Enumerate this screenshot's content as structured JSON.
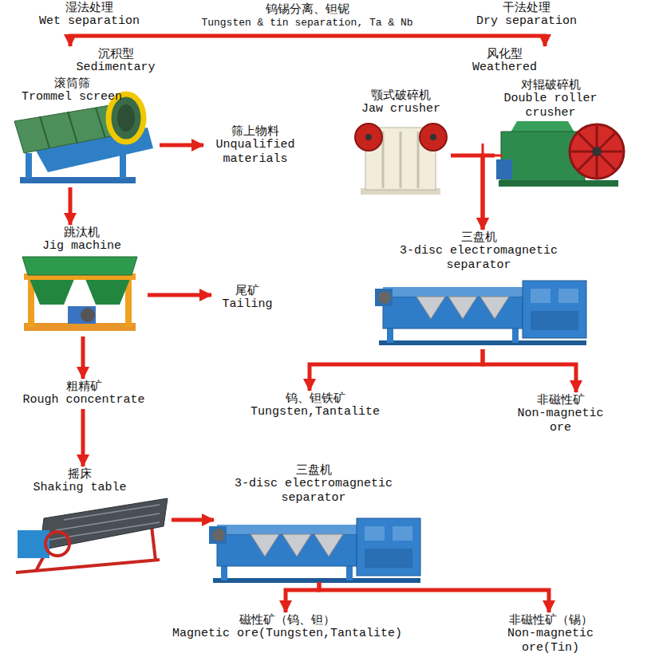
{
  "diagram": {
    "nodes": [
      {
        "text": [
          "湿法处理",
          "Wet separation"
        ]
      },
      {
        "text": [
          "干法处理",
          "Dry separation"
        ]
      },
      {
        "text": [
          "沉积型",
          "Sedimentary"
        ]
      },
      {
        "text": [
          "风化型",
          "Weathered"
        ]
      },
      {
        "text": [
          "滚筒筛",
          "Trommel screen"
        ]
      },
      {
        "text": [
          "筛上物料",
          "Unqualified materials"
        ]
      },
      {
        "text": [
          "颚式破碎机",
          "Jaw crusher"
        ]
      },
      {
        "text": [
          "对辊破碎机",
          "Double roller crusher"
        ]
      },
      {
        "text": [
          "跳汰机",
          "Jig machine"
        ]
      },
      {
        "text": [
          "尾矿",
          "Tailing"
        ]
      },
      {
        "text": [
          "三盘机",
          "3-disc electromagnetic separator"
        ]
      },
      {
        "text": [
          "钨、钽铁矿",
          "Tungsten,Tantalite"
        ]
      },
      {
        "text": [
          "非磁性矿",
          "Non-magnetic ore"
        ]
      },
      {
        "text": [
          "粗精矿",
          "Rough concentrate"
        ]
      },
      {
        "text": [
          "摇床",
          "Shaking table"
        ]
      },
      {
        "text": [
          "三盘机",
          "3-disc electromagnetic separator"
        ]
      },
      {
        "text": [
          "磁性矿（钨、钽）",
          "Magnetic ore(Tungsten,Tantalite)"
        ]
      },
      {
        "text": [
          "非磁性矿（锡）",
          "Non-magnetic ore(Tin)"
        ]
      }
    ],
    "edges": [
      {
        "from": 0,
        "to": 2,
        "arrow": "to"
      },
      {
        "from": 1,
        "to": 3,
        "arrow": "to"
      },
      {
        "from": 4,
        "to": 5,
        "arrow": "to"
      },
      {
        "from": 4,
        "to": 8,
        "arrow": "to"
      },
      {
        "from": 8,
        "to": 9,
        "arrow": "to"
      },
      {
        "from": 8,
        "to": 13,
        "arrow": "to"
      },
      {
        "from": 13,
        "to": 14,
        "arrow": "to"
      },
      {
        "from": 14,
        "to": 15,
        "arrow": "to"
      },
      {
        "from": 15,
        "to": 16,
        "arrow": "to"
      },
      {
        "from": 15,
        "to": 17,
        "arrow": "to"
      },
      {
        "from": 6,
        "to": 10,
        "arrow": "to"
      },
      {
        "from": 7,
        "to": 10,
        "arrow": "to"
      },
      {
        "from": 10,
        "to": 11,
        "arrow": "to"
      },
      {
        "from": 10,
        "to": 12,
        "arrow": "to"
      }
    ],
    "labels": [
      "钨锡分离、钽铌",
      "Tungsten & tin separation, Ta & Nb"
    ]
  }
}
